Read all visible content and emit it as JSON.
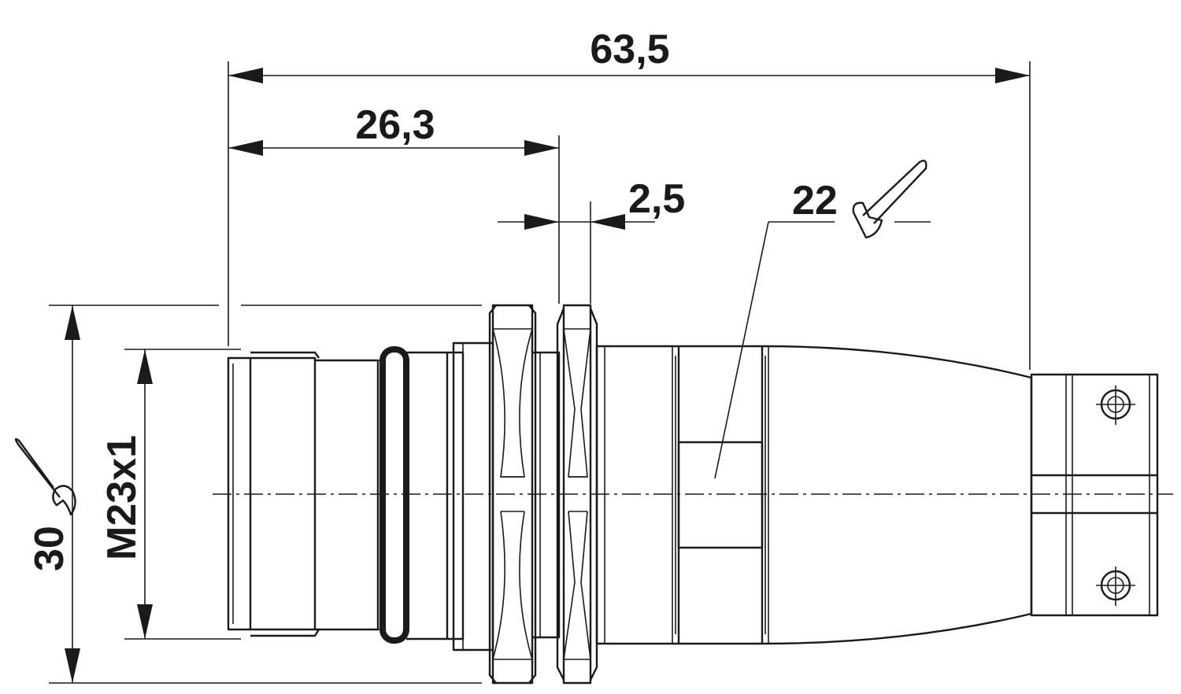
{
  "dimensions": {
    "overall_length": "63,5",
    "body_length": "26,3",
    "gap": "2,5",
    "wrench_size_nut": "22",
    "wrench_size_panel": "30",
    "thread": "M23x1"
  },
  "icons": {
    "top_wrench": "wrench-icon",
    "left_wrench": "wrench-icon"
  },
  "colors": {
    "line": "#1a1a1a",
    "background": "#ffffff"
  }
}
